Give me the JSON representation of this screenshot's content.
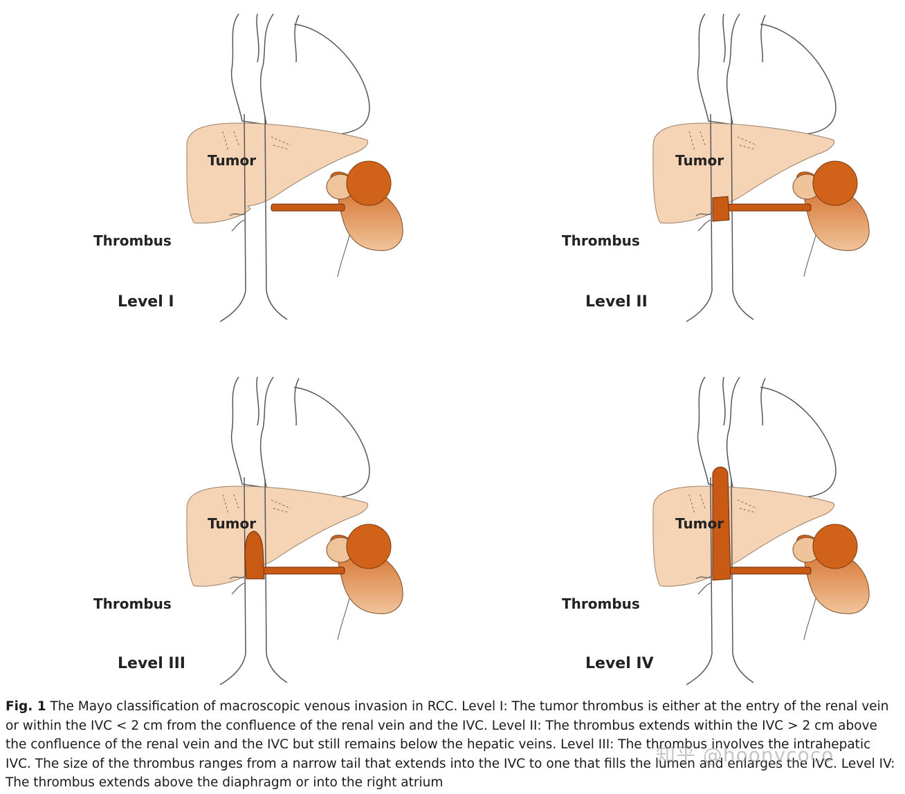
{
  "panels": [
    {
      "level_label": "Level I",
      "tumor_label": "Tumor",
      "thrombus_label": "Thrombus",
      "level": 1
    },
    {
      "level_label": "Level II",
      "tumor_label": "Tumor",
      "thrombus_label": "Thrombus",
      "level": 2
    },
    {
      "level_label": "Level III",
      "tumor_label": "Tumor",
      "thrombus_label": "Thrombus",
      "level": 3
    },
    {
      "level_label": "Level IV",
      "tumor_label": "Tumor",
      "thrombus_label": "Thrombus",
      "level": 4
    }
  ],
  "caption": {
    "figure_label": "Fig. 1",
    "text": " The Mayo classification of macroscopic venous invasion in RCC. Level I: The tumor thrombus is either at the entry of the renal vein or within the IVC < 2 cm from the confluence of the renal vein and the IVC. Level II: The thrombus extends within the IVC > 2 cm above the confluence of the renal vein and the IVC but still remains below the hepatic veins. Level III: The thrombus involves the intrahepatic IVC. The size of the thrombus ranges from a narrow tail that extends into the IVC to one that fills the lumen and enlarges the IVC. Level IV: The thrombus extends above the diaphragm or into the right atrium"
  },
  "watermark": "知乎 @hoonycoco",
  "colors": {
    "liver": "#f5d3b5",
    "thrombus": "#c85a14",
    "tumor": "#d0621a",
    "kidney_light": "#f0c49a",
    "outline": "#555555"
  }
}
